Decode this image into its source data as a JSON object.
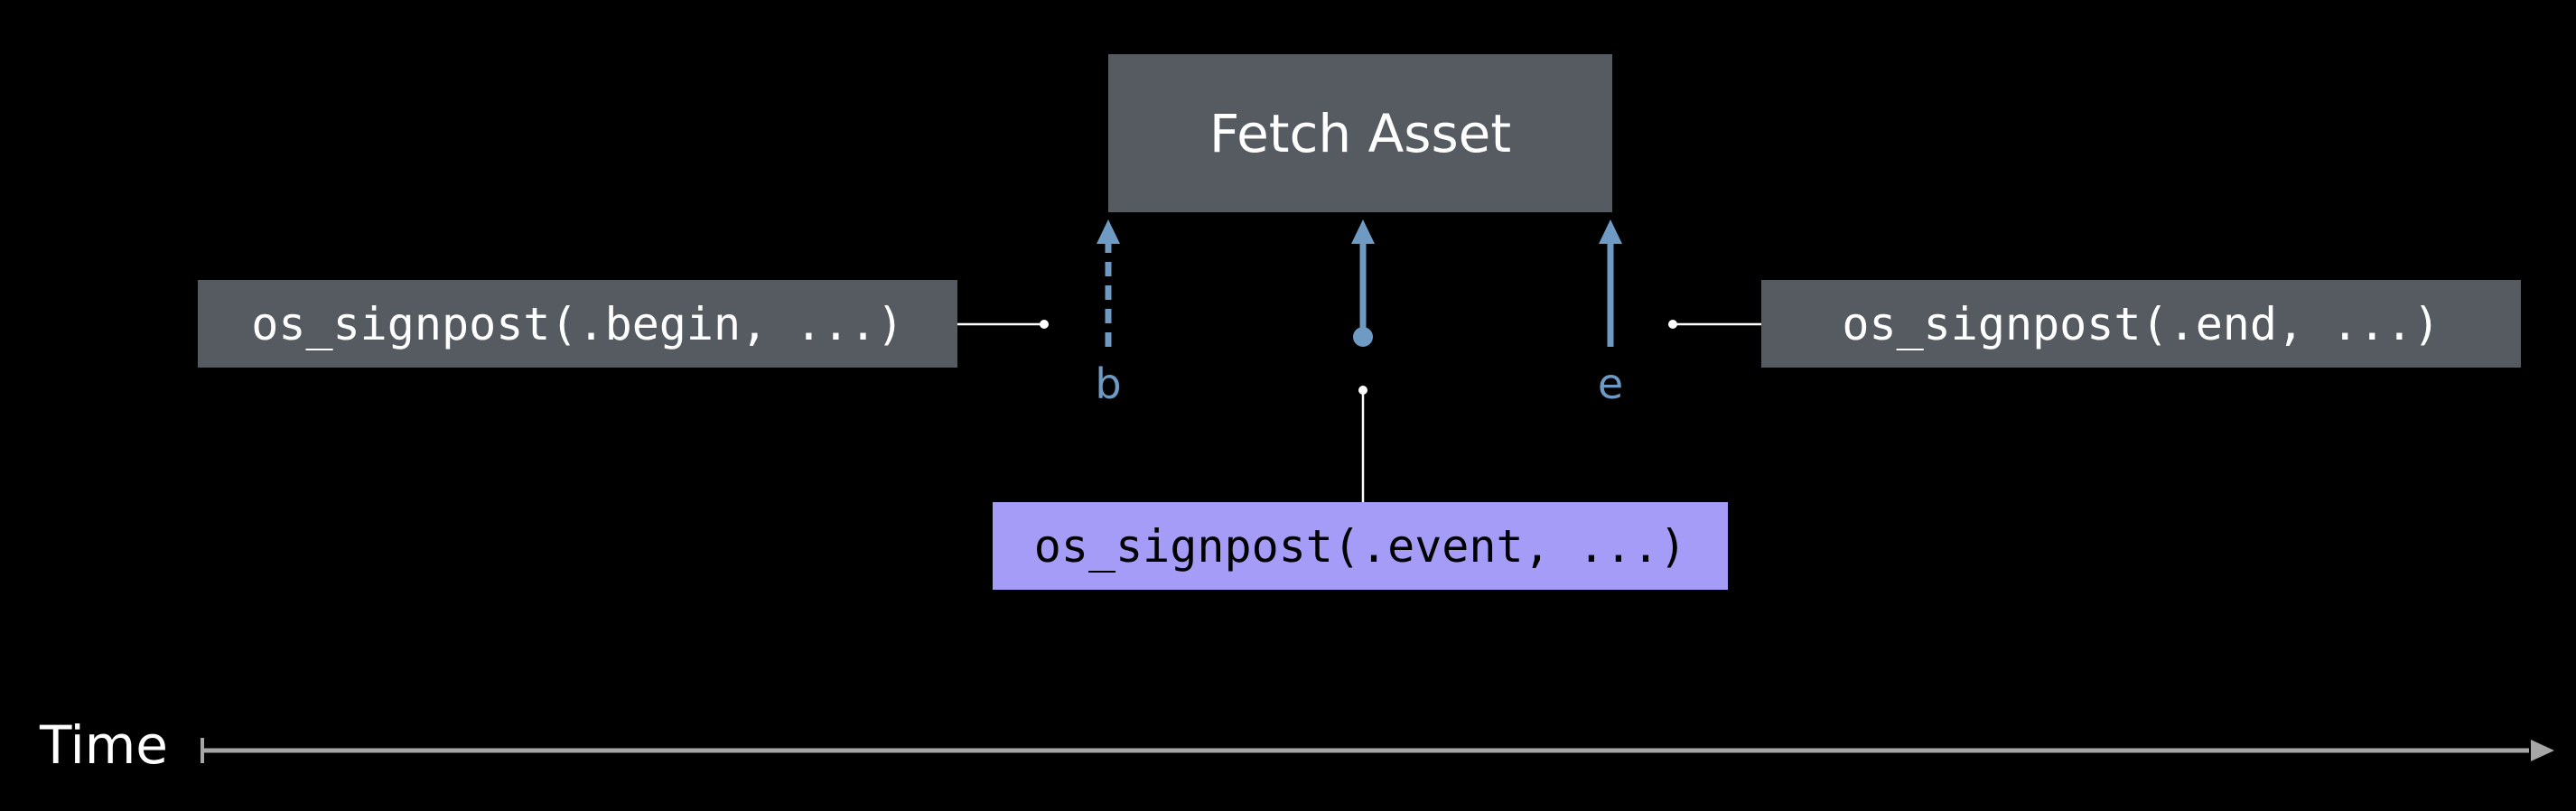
{
  "task_box": {
    "label": "Fetch Asset"
  },
  "signposts": {
    "begin": "os_signpost(.begin, ...)",
    "end": "os_signpost(.end, ...)",
    "event": "os_signpost(.event, ...)"
  },
  "markers": {
    "begin_letter": "b",
    "end_letter": "e"
  },
  "timeline": {
    "label": "Time"
  },
  "colors": {
    "background": "#000000",
    "task_box": "#555b61",
    "event_box": "#a59cf7",
    "marker": "#6e9ac4",
    "connector": "#ffffff",
    "axis": "#a6a6a6"
  }
}
